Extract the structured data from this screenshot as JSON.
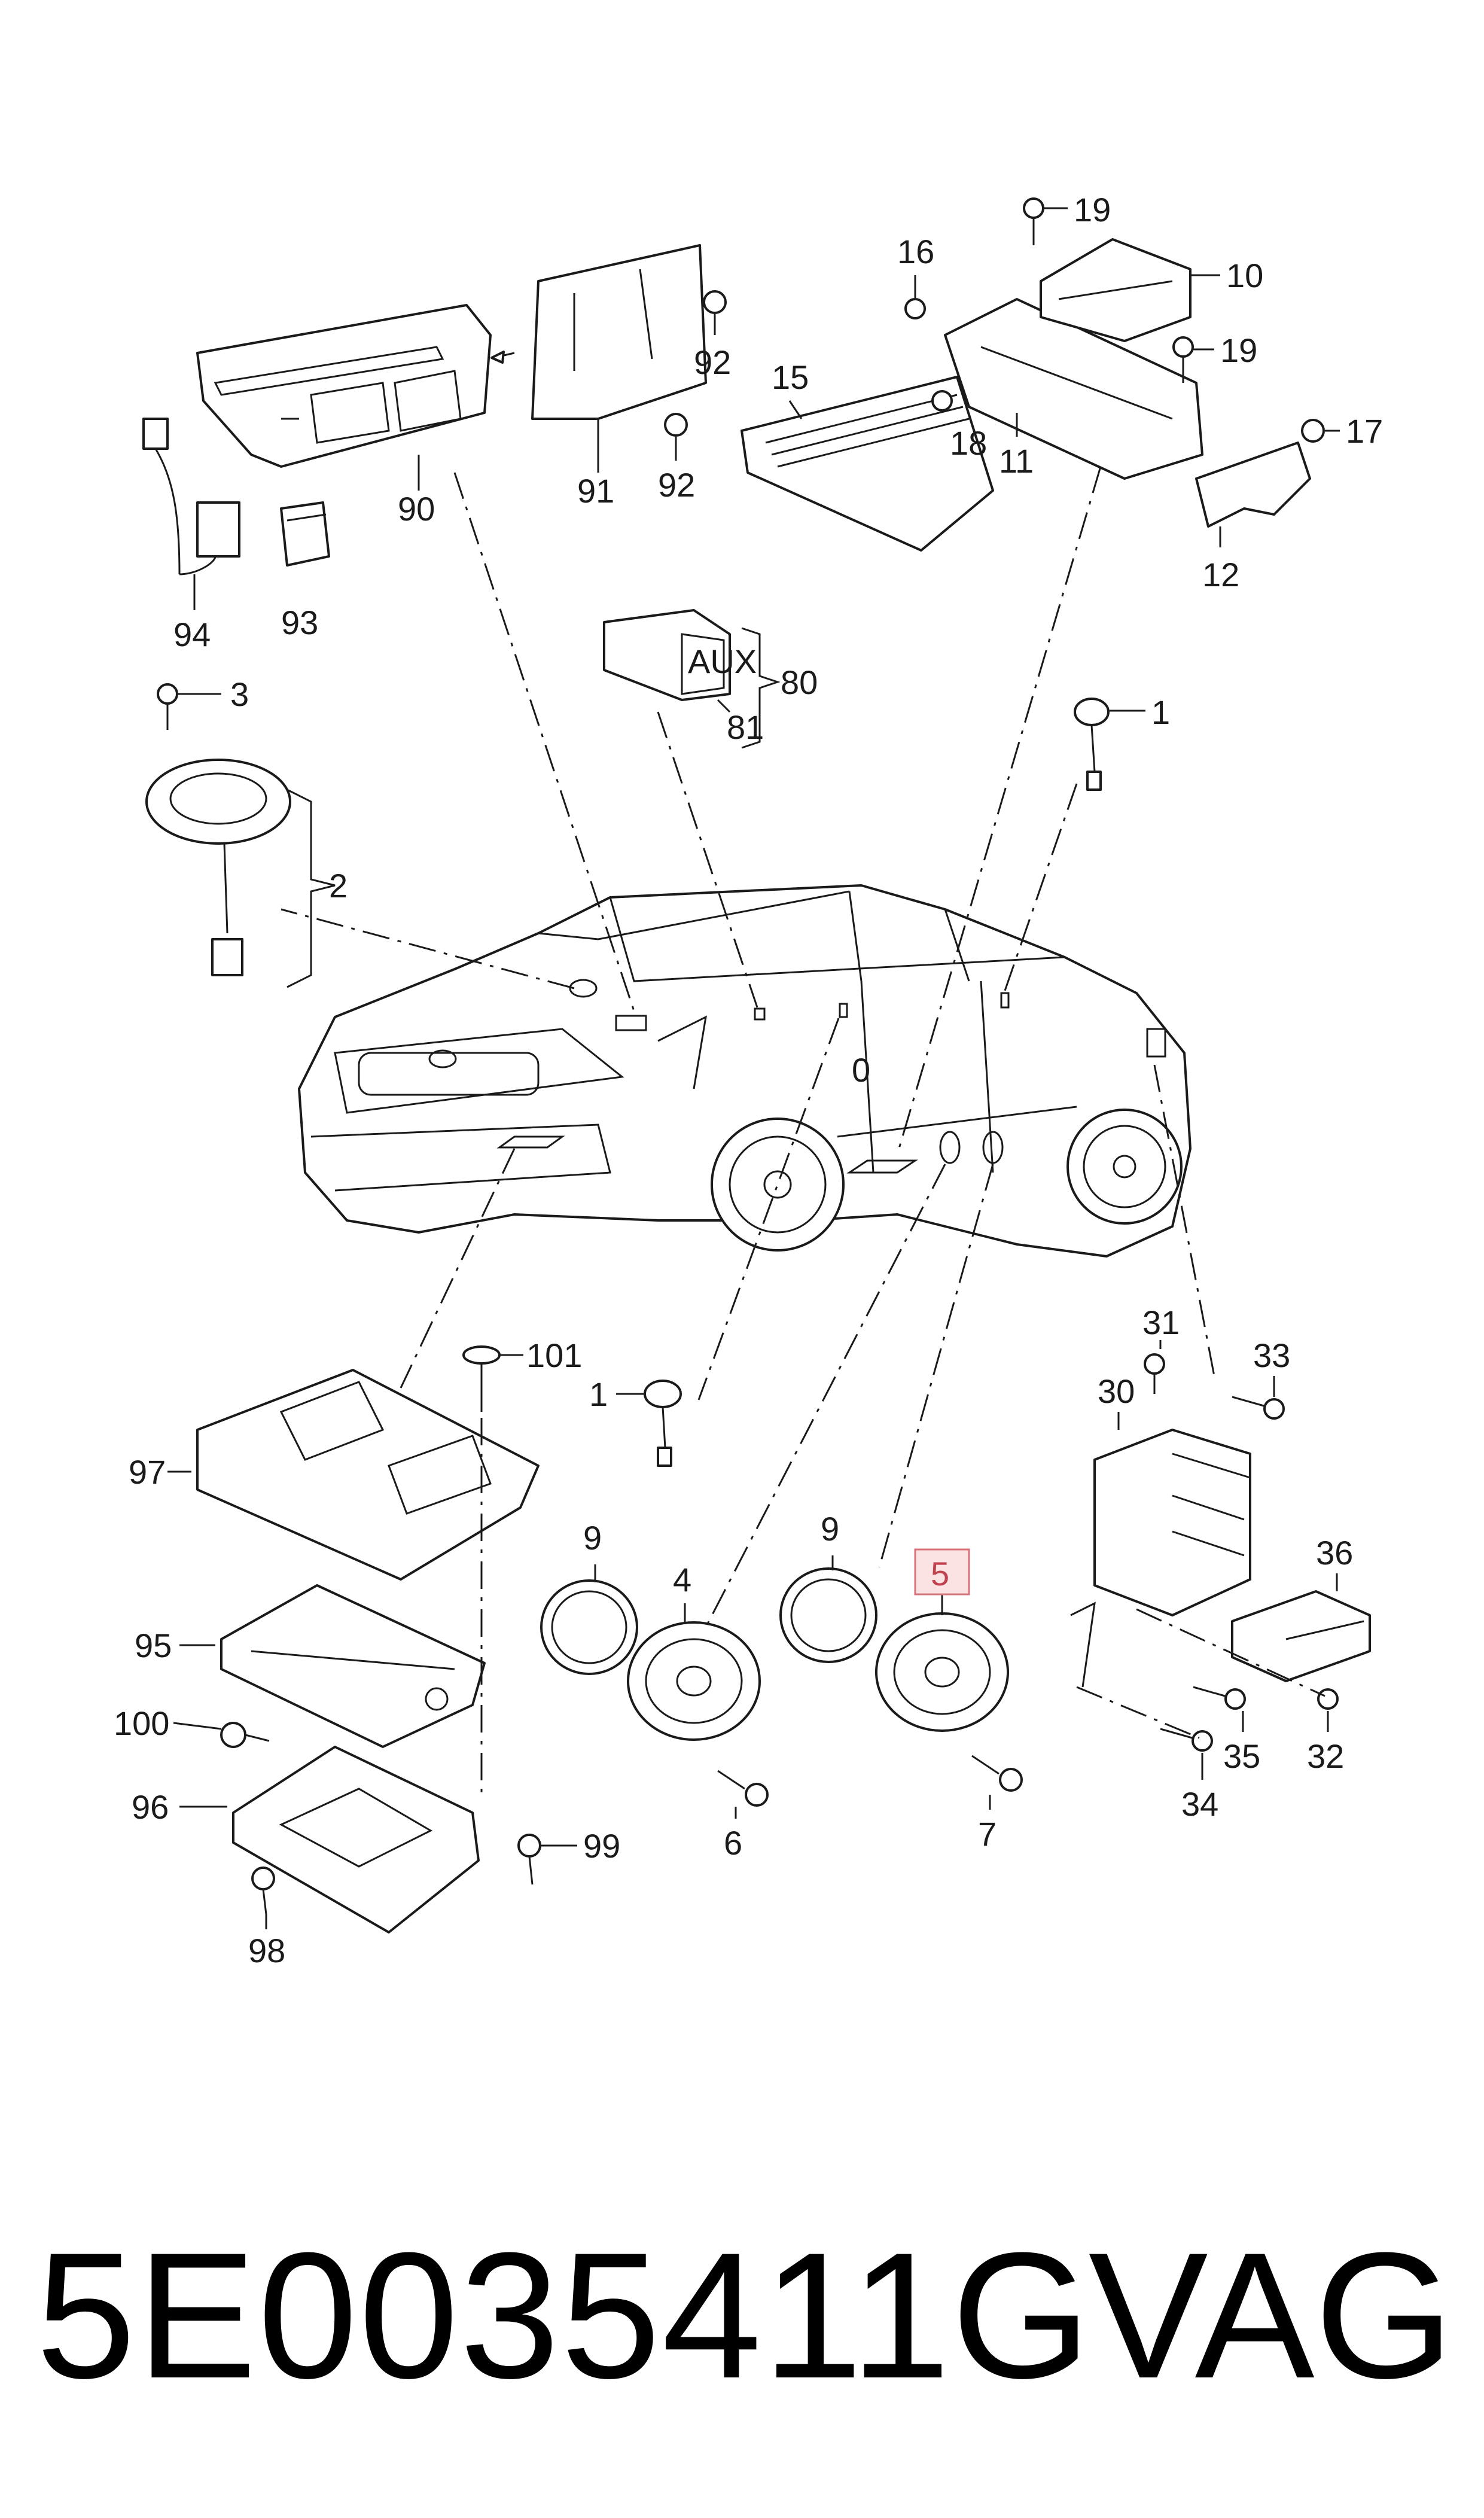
{
  "callouts": {
    "c1a": "1",
    "c1b": "1",
    "c2": "2",
    "c3": "3",
    "c4": "4",
    "c5": "5",
    "c6": "6",
    "c7": "7",
    "c9a": "9",
    "c9b": "9",
    "c10": "10",
    "c11": "11",
    "c12": "12",
    "c15": "15",
    "c16": "16",
    "c17": "17",
    "c18": "18",
    "c19a": "19",
    "c19b": "19",
    "c30": "30",
    "c31": "31",
    "c32": "32",
    "c33": "33",
    "c34": "34",
    "c35": "35",
    "c36": "36",
    "c80": "80",
    "c81": "81",
    "c90": "90",
    "c91": "91",
    "c92a": "92",
    "c92b": "92",
    "c93": "93",
    "c94": "94",
    "c95": "95",
    "c96": "96",
    "c97": "97",
    "c98": "98",
    "c99": "99",
    "c100": "100",
    "c101": "101"
  },
  "labels": {
    "car_door_mark": "0",
    "aux_button": "AUX"
  },
  "highlight": {
    "callout": "5",
    "color": "#d9707a"
  },
  "footer": {
    "part_number": "5E0035411G",
    "brand": "VAG"
  }
}
